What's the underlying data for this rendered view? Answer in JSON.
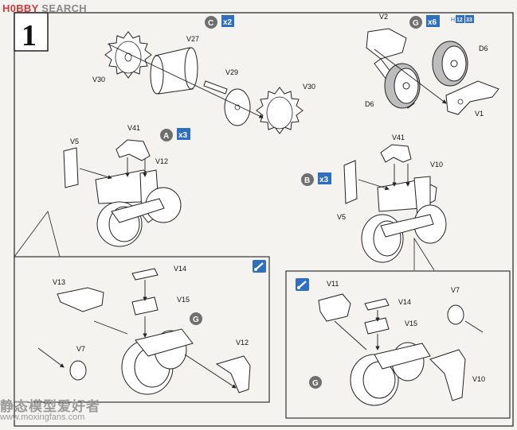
{
  "watermark": {
    "top_brand": "H0BBY",
    "top_brand2": "SEARCH",
    "bottom_cn": "静态模型爱好者",
    "bottom_url": "www.moxingfans.com"
  },
  "step": {
    "number": "1"
  },
  "labels": {
    "C": "C",
    "C_qty": "x2",
    "G": "G",
    "G_qty": "x6",
    "A": "A",
    "A_qty": "x3",
    "B": "B",
    "B_qty": "x3",
    "h_ref": "H",
    "h_ref_a": "12",
    "h_ref_b": "33",
    "V30a": "V30",
    "V27": "V27",
    "V29": "V29",
    "V30b": "V30",
    "V2": "V2",
    "D6a": "D6",
    "D6b": "D6",
    "V1": "V1",
    "V5a": "V5",
    "V41a": "V41",
    "V12a": "V12",
    "V41b": "V41",
    "V10a": "V10",
    "V5b": "V5",
    "V13": "V13",
    "V14a": "V14",
    "V15a": "V15",
    "G_detail_a": "G",
    "V7a": "V7",
    "V12b": "V12",
    "V11": "V11",
    "V14b": "V14",
    "V15b": "V15",
    "V7b": "V7",
    "G_detail_b": "G",
    "V10b": "V10"
  },
  "colors": {
    "accent_blue": "#2f6fc2",
    "circle_grey": "#6f6f6f",
    "tire_grey": "#b9b9b9"
  },
  "icons": {
    "paint_icon": "brush-icon"
  }
}
